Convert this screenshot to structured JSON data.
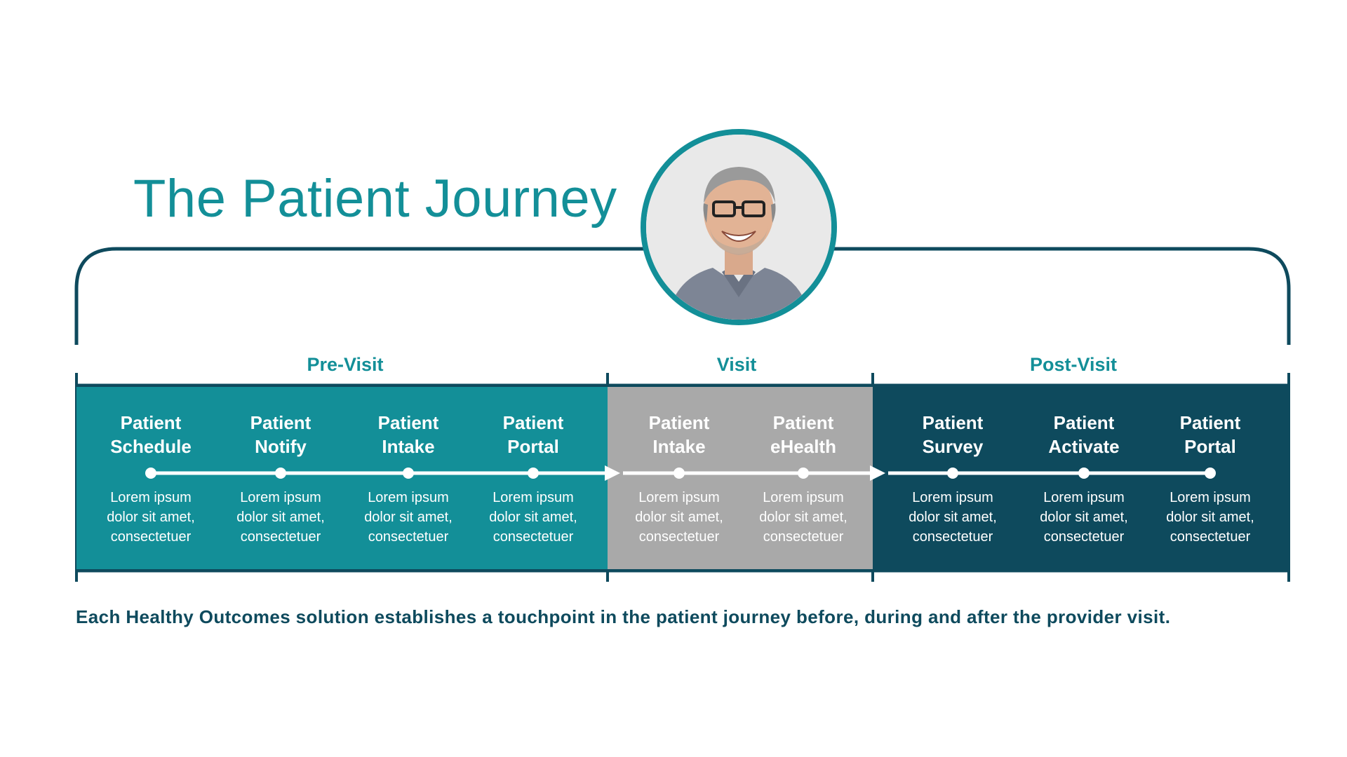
{
  "title": "The Patient Journey",
  "caption": "Each Healthy Outcomes solution establishes a touchpoint in the patient journey before, during and after the provider visit.",
  "colors": {
    "teal": "#138f98",
    "navy": "#0e4a5d",
    "grey": "#a9a9a9",
    "white": "#ffffff"
  },
  "avatar": {
    "icon": "portrait-photo"
  },
  "phases": [
    {
      "label": "Pre-Visit",
      "steps": [
        {
          "title": [
            "Patient",
            "Schedule"
          ],
          "desc": [
            "Lorem ipsum",
            "dolor sit amet,",
            "consectetuer"
          ]
        },
        {
          "title": [
            "Patient",
            "Notify"
          ],
          "desc": [
            "Lorem ipsum",
            "dolor sit amet,",
            "consectetuer"
          ]
        },
        {
          "title": [
            "Patient",
            "Intake"
          ],
          "desc": [
            "Lorem ipsum",
            "dolor sit amet,",
            "consectetuer"
          ]
        },
        {
          "title": [
            "Patient",
            "Portal"
          ],
          "desc": [
            "Lorem ipsum",
            "dolor sit amet,",
            "consectetuer"
          ]
        }
      ]
    },
    {
      "label": "Visit",
      "steps": [
        {
          "title": [
            "Patient",
            "Intake"
          ],
          "desc": [
            "Lorem ipsum",
            "dolor sit amet,",
            "consectetuer"
          ]
        },
        {
          "title": [
            "Patient",
            "eHealth"
          ],
          "desc": [
            "Lorem ipsum",
            "dolor sit amet,",
            "consectetuer"
          ]
        }
      ]
    },
    {
      "label": "Post-Visit",
      "steps": [
        {
          "title": [
            "Patient",
            "Survey"
          ],
          "desc": [
            "Lorem ipsum",
            "dolor sit amet,",
            "consectetuer"
          ]
        },
        {
          "title": [
            "Patient",
            "Activate"
          ],
          "desc": [
            "Lorem ipsum",
            "dolor sit amet,",
            "consectetuer"
          ]
        },
        {
          "title": [
            "Patient",
            "Portal"
          ],
          "desc": [
            "Lorem ipsum",
            "dolor sit amet,",
            "consectetuer"
          ]
        }
      ]
    }
  ]
}
